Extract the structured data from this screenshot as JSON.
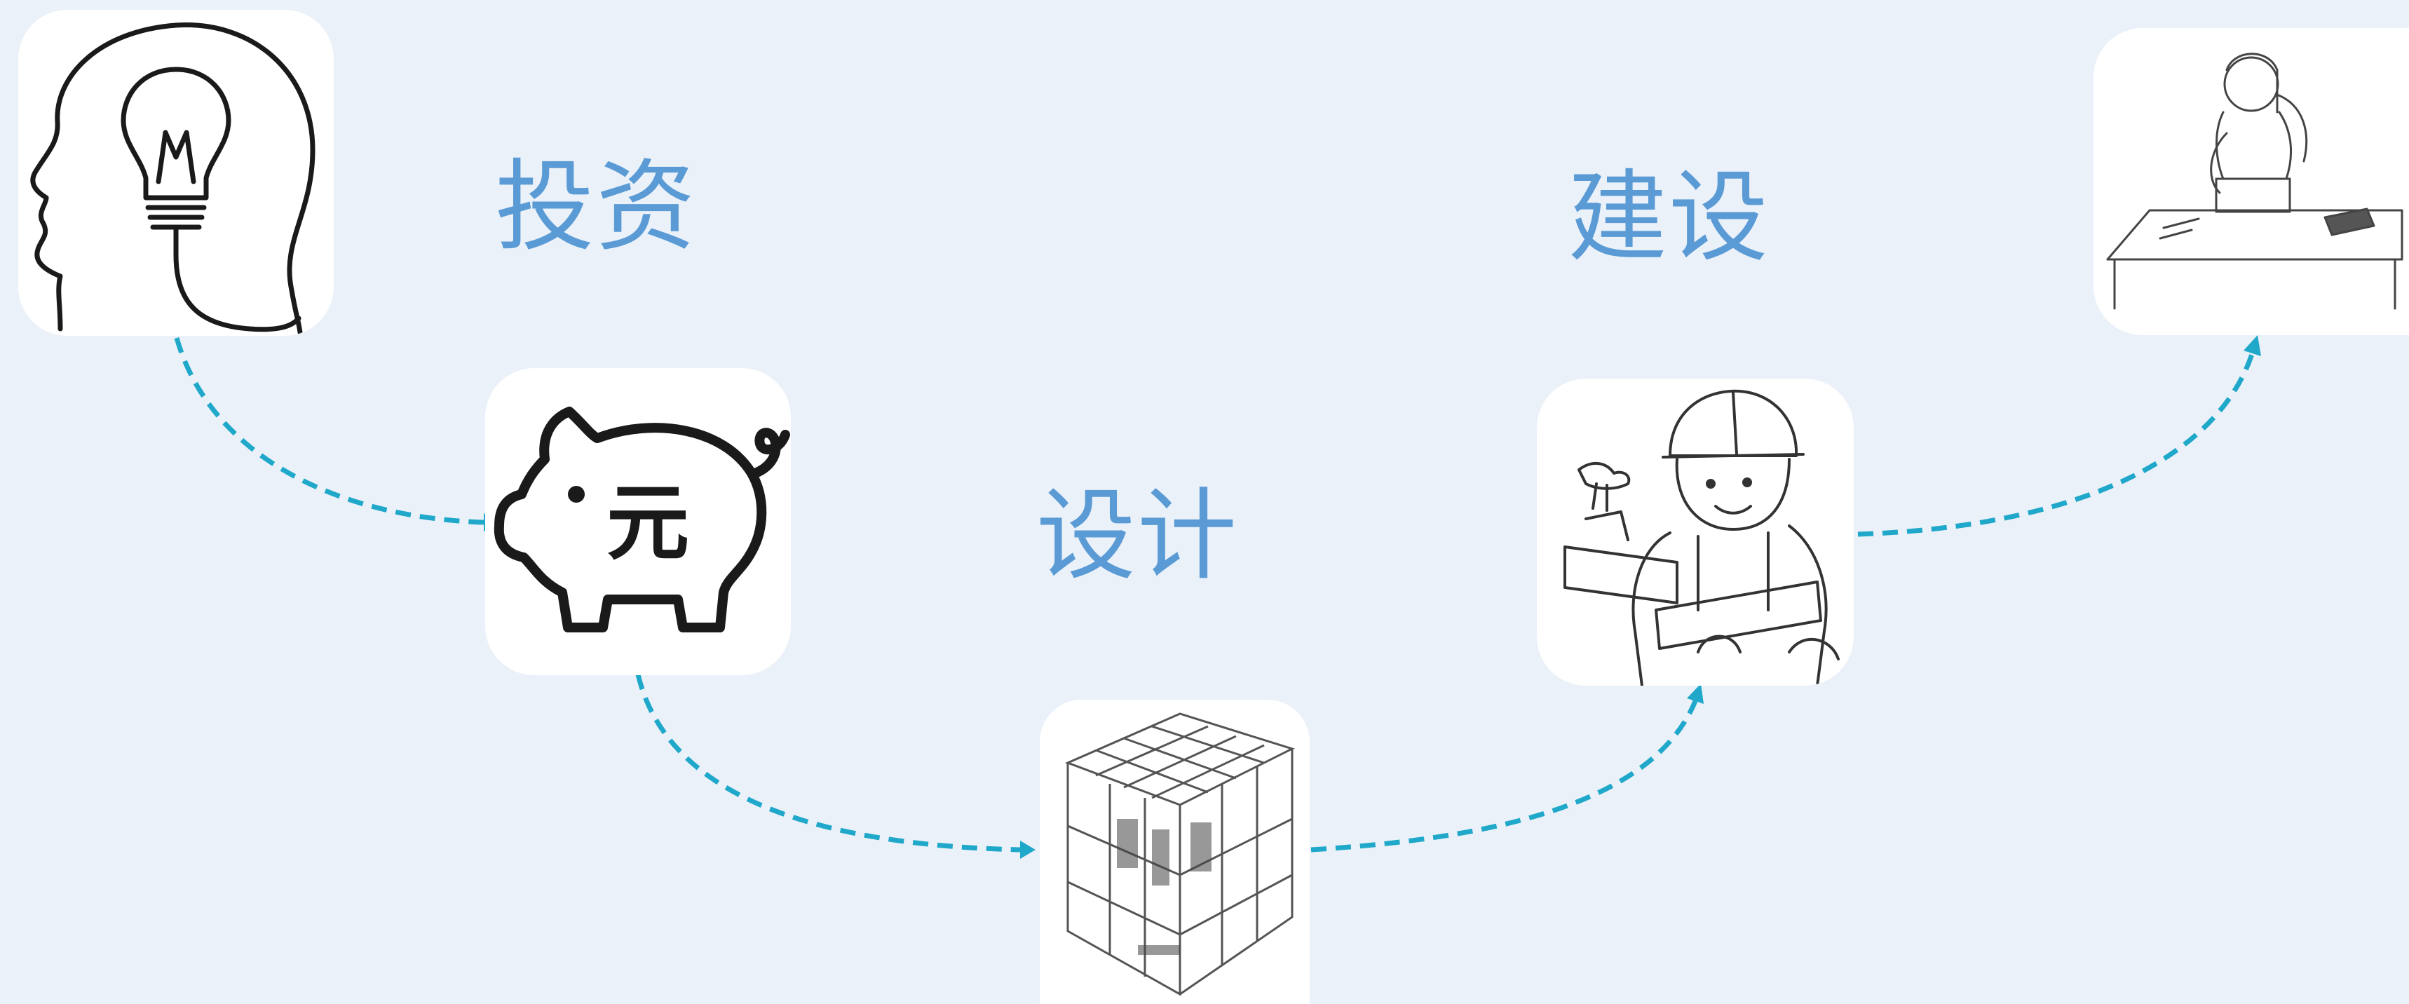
{
  "steps": [
    {
      "id": "idea",
      "icon": "head-lightbulb-icon"
    },
    {
      "id": "investment",
      "icon": "piggy-bank-yuan-icon"
    },
    {
      "id": "design",
      "icon": "building-sketch-icon"
    },
    {
      "id": "construction",
      "icon": "construction-worker-icon"
    },
    {
      "id": "operation",
      "icon": "office-worker-desk-icon"
    }
  ],
  "labels": {
    "investment": "投资",
    "design": "设计",
    "construction": "建设"
  },
  "colors": {
    "background": "#EBF1F9",
    "label": "#5B9BD5",
    "connector": "#1FA8C9",
    "card": "#FFFFFF",
    "line_art": "#1A1A1A"
  }
}
